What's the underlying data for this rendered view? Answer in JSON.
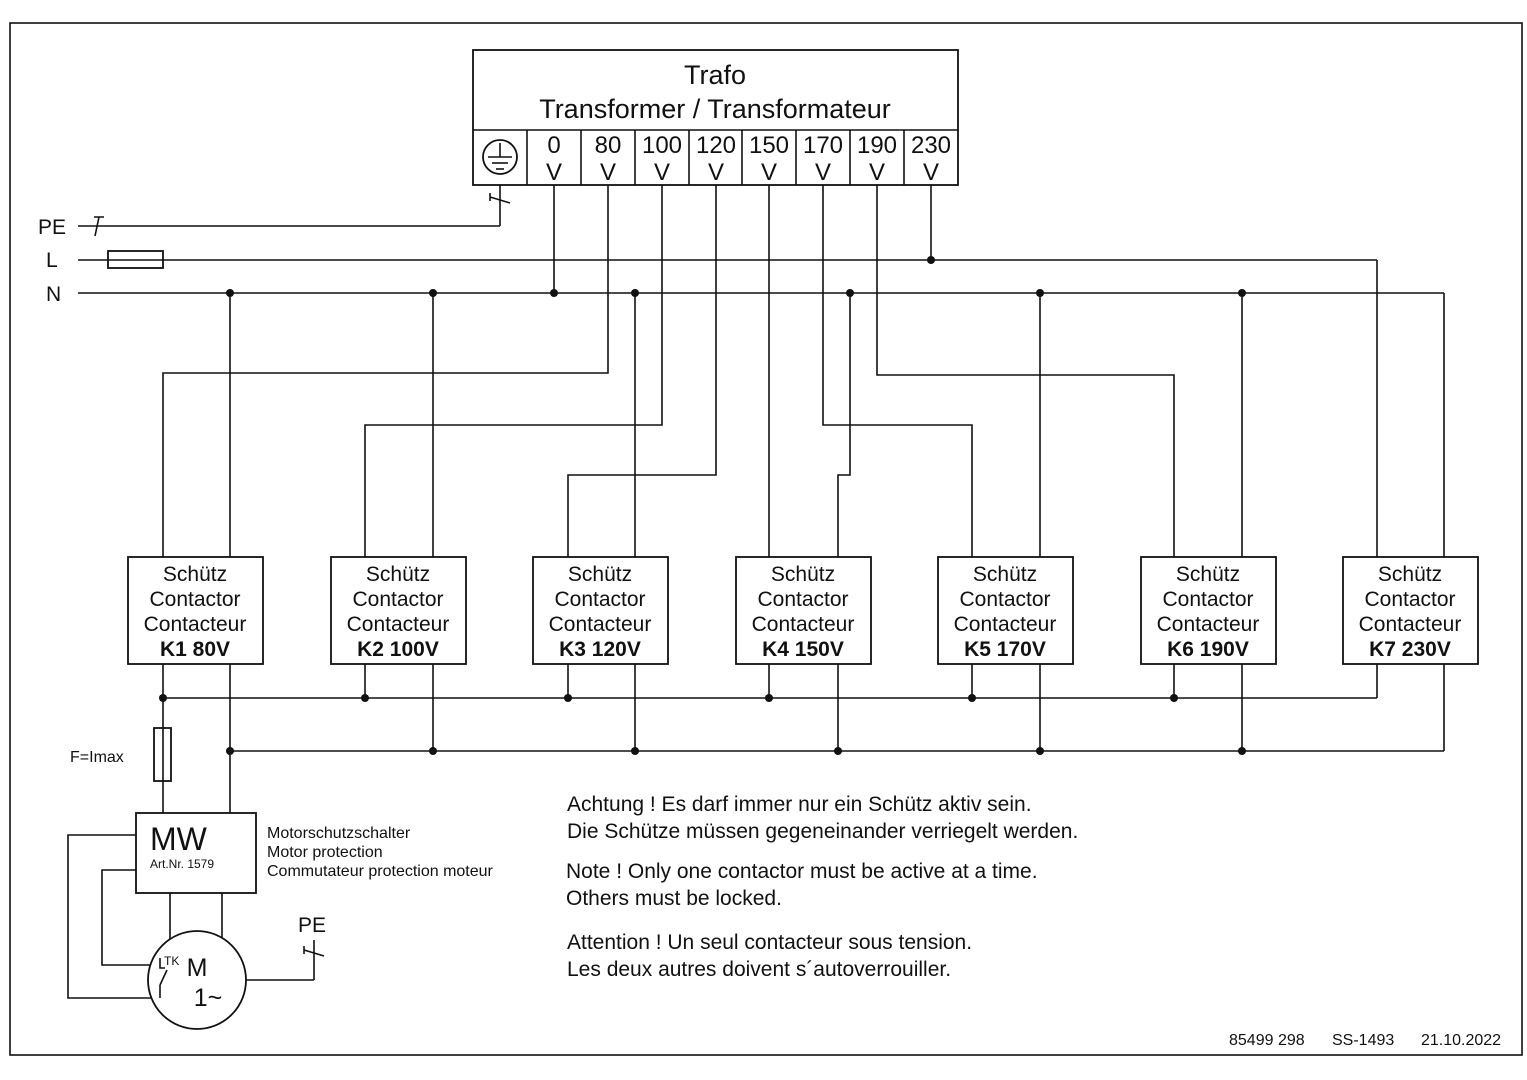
{
  "transformer": {
    "title_line1": "Trafo",
    "title_line2": "Transformer / Transformateur",
    "earth_symbol": "earth-ground-icon",
    "taps": [
      {
        "value": "0",
        "unit": "V"
      },
      {
        "value": "80",
        "unit": "V"
      },
      {
        "value": "100",
        "unit": "V"
      },
      {
        "value": "120",
        "unit": "V"
      },
      {
        "value": "150",
        "unit": "V"
      },
      {
        "value": "170",
        "unit": "V"
      },
      {
        "value": "190",
        "unit": "V"
      },
      {
        "value": "230",
        "unit": "V"
      }
    ]
  },
  "rails": {
    "pe": "PE",
    "l": "L",
    "n": "N"
  },
  "contactors": [
    {
      "line1": "Schütz",
      "line2": "Contactor",
      "line3": "Contacteur",
      "label": "K1 80V"
    },
    {
      "line1": "Schütz",
      "line2": "Contactor",
      "line3": "Contacteur",
      "label": "K2 100V"
    },
    {
      "line1": "Schütz",
      "line2": "Contactor",
      "line3": "Contacteur",
      "label": "K3 120V"
    },
    {
      "line1": "Schütz",
      "line2": "Contactor",
      "line3": "Contacteur",
      "label": "K4 150V"
    },
    {
      "line1": "Schütz",
      "line2": "Contactor",
      "line3": "Contacteur",
      "label": "K5 170V"
    },
    {
      "line1": "Schütz",
      "line2": "Contactor",
      "line3": "Contacteur",
      "label": "K6 190V"
    },
    {
      "line1": "Schütz",
      "line2": "Contactor",
      "line3": "Contacteur",
      "label": "K7 230V"
    }
  ],
  "fuse_label": "F=Imax",
  "motor_protection": {
    "title": "MW",
    "article": "Art.Nr. 1579",
    "desc_de": "Motorschutzschalter",
    "desc_en": "Motor protection",
    "desc_fr": "Commutateur protection moteur"
  },
  "motor": {
    "label": "M",
    "phase": "1~",
    "thermal_contact": "TK",
    "pe_label": "PE"
  },
  "notes": {
    "de_line1": "Achtung ! Es darf immer nur ein Schütz aktiv sein.",
    "de_line2": "Die Schütze müssen gegeneinander verriegelt werden.",
    "en_line1": "Note !  Only one contactor must be active at a time.",
    "en_line2": "Others must be locked.",
    "fr_line1": "Attention !  Un seul contacteur sous tension.",
    "fr_line2": "Les deux autres doivent s´autoverrouiller."
  },
  "footer": {
    "doc_number": "85499 298",
    "drawing_id": "SS-1493",
    "date": "21.10.2022"
  }
}
